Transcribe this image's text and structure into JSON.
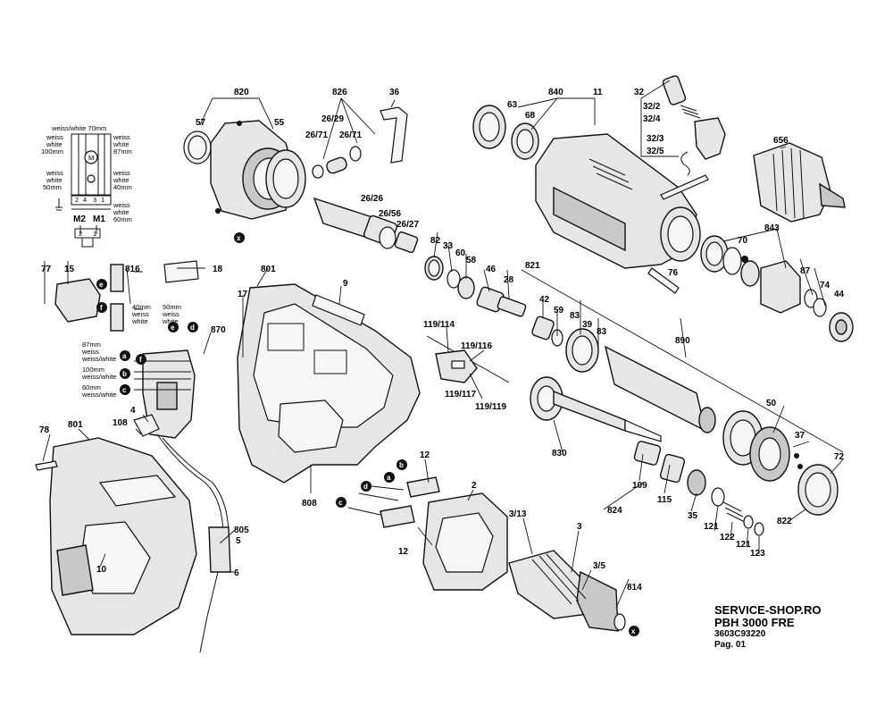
{
  "labels": {
    "p820": "820",
    "p57": "57",
    "p55": "55",
    "p826": "826",
    "p26_29": "26/29",
    "p26_71a": "26/71",
    "p26_71b": "26/71",
    "p36": "36",
    "p26_26": "26/26",
    "p26_56": "26/56",
    "p26_27": "26/27",
    "p840": "840",
    "p63": "63",
    "p68": "68",
    "p11": "11",
    "p32": "32",
    "p32_2": "32/2",
    "p32_4": "32/4",
    "p32_3": "32/3",
    "p32_5": "32/5",
    "p656": "656",
    "p843": "843",
    "p70": "70",
    "p87": "87",
    "p74": "74",
    "p44": "44",
    "p76": "76",
    "p82": "82",
    "p33": "33",
    "p60": "60",
    "p58": "58",
    "p46": "46",
    "p28": "28",
    "p821": "821",
    "p42": "42",
    "p59": "59",
    "p83a": "83",
    "p39": "39",
    "p83b": "83",
    "p890": "890",
    "p77": "77",
    "p15": "15",
    "p816": "816",
    "p18": "18",
    "p801a": "801",
    "p17": "17",
    "p9": "9",
    "p870": "870",
    "p4": "4",
    "p108": "108",
    "p119_114": "119/114",
    "p119_116": "119/116",
    "p119_117": "119/117",
    "p119_119": "119/119",
    "p50": "50",
    "p37": "37",
    "p72": "72",
    "p830": "830",
    "p109": "109",
    "p115": "115",
    "p824": "824",
    "p35": "35",
    "p121a": "121",
    "p122": "122",
    "p121b": "121",
    "p123": "123",
    "p822": "822",
    "p78": "78",
    "p801b": "801",
    "p12a": "12",
    "p12b": "12",
    "p2": "2",
    "p808": "808",
    "p3_13": "3/13",
    "p3": "3",
    "p3_5": "3/5",
    "p814": "814",
    "p805": "805",
    "p5": "5",
    "p6": "6",
    "p10": "10"
  },
  "wiring": {
    "top": "weiss/white 70mm",
    "left1": "weiss",
    "left2": "white",
    "left3": "100mm",
    "left4": "weiss",
    "left5": "white",
    "left6": "50mm",
    "right1": "weiss",
    "right2": "white",
    "right3": "87mm",
    "right4": "weiss",
    "right5": "white",
    "right6": "40mm",
    "right7": "weiss",
    "right8": "white",
    "right9": "60mm",
    "t2": "2",
    "t4": "4",
    "t3": "3",
    "t1": "1",
    "m2": "M2",
    "m1": "M1",
    "b2": "2",
    "b1": "1",
    "motor": "M"
  },
  "switch_notes": {
    "n40a": "40mm",
    "n40b": "weiss",
    "n40c": "white",
    "n50a": "50mm",
    "n50b": "weiss",
    "n50c": "white",
    "n87a": "87mm",
    "n87b": "weiss",
    "n87c": "weiss/white",
    "n100a": "100mm",
    "n100b": "weiss/white",
    "n60a": "60mm",
    "n60b": "weiss/white"
  },
  "markers": {
    "a": "a",
    "b": "b",
    "c": "c",
    "d": "d",
    "e": "e",
    "f": "f",
    "x": "x"
  },
  "footer": {
    "line1": "SERVICE-SHOP.RO",
    "line2": "PBH 3000 FRE",
    "line3": "3603C93220",
    "line4": "Pag. 01"
  }
}
